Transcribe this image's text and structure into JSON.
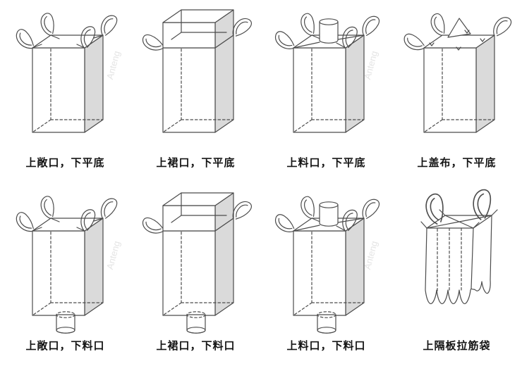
{
  "watermark": "Anteng",
  "colors": {
    "line": "#4c4c4c",
    "shade": "#dadada",
    "label": "#141414",
    "watermark": "#e4e4e4"
  },
  "items": [
    {
      "id": "open-top-flat-bottom",
      "label": "上敞口，下平底"
    },
    {
      "id": "skirt-top-flat-bottom",
      "label": "上裙口，下平底"
    },
    {
      "id": "spout-top-flat-bottom",
      "label": "上料口，下平底"
    },
    {
      "id": "cover-top-flat-bottom",
      "label": "上盖布，下平底"
    },
    {
      "id": "open-top-spout-bottom",
      "label": "上敞口，下料口"
    },
    {
      "id": "skirt-top-spout-bottom",
      "label": "上裙口，下料口"
    },
    {
      "id": "spout-top-spout-bottom",
      "label": "上料口，下料口"
    },
    {
      "id": "baffle-bag",
      "label": "上隔板拉筋袋"
    }
  ]
}
